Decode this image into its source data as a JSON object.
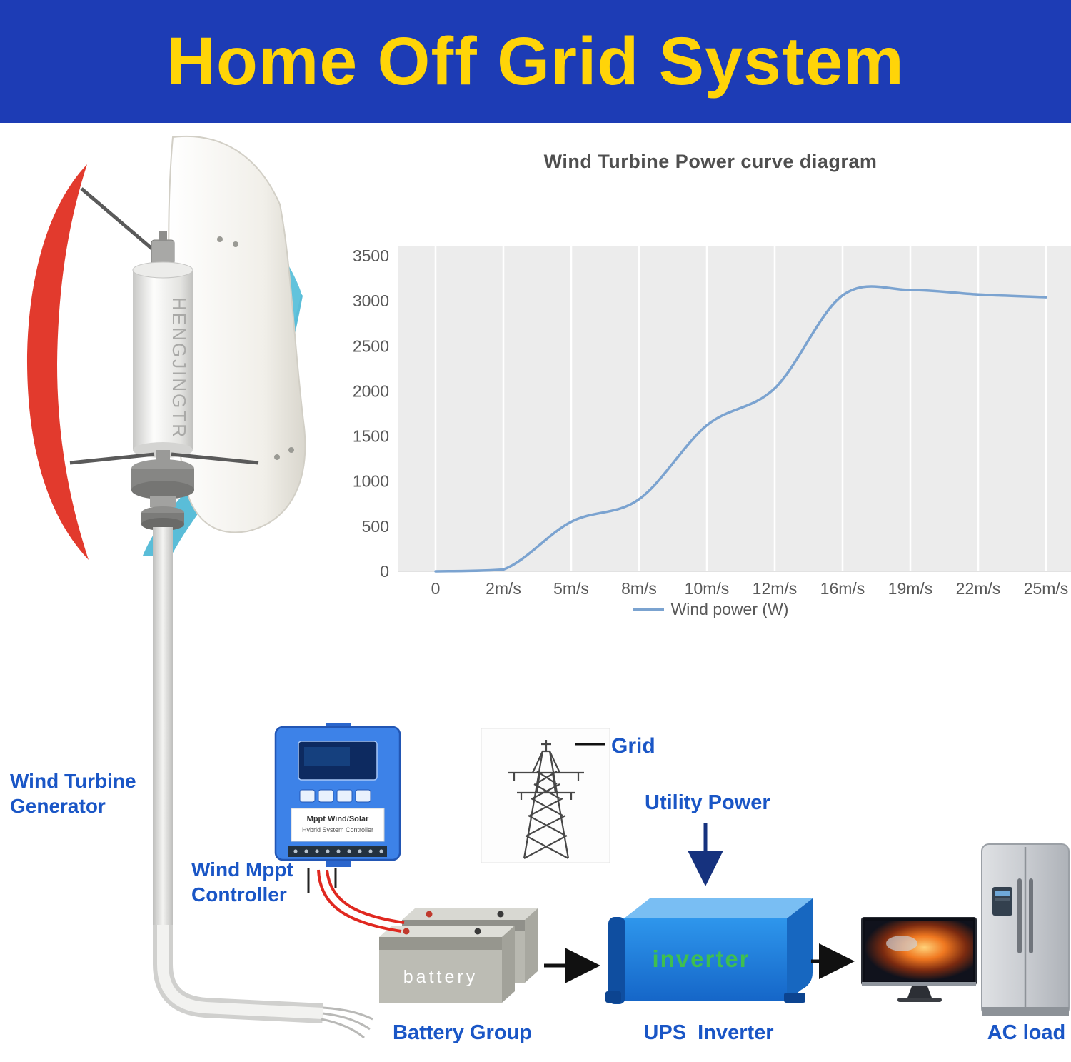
{
  "header": {
    "title": "Home Off Grid System",
    "bg_color": "#1d3cb5",
    "text_color": "#ffd408"
  },
  "chart_data": {
    "type": "line",
    "title": "Wind Turbine Power curve diagram",
    "categories": [
      "0",
      "2m/s",
      "5m/s",
      "8m/s",
      "10m/s",
      "12m/s",
      "16m/s",
      "19m/s",
      "22m/s",
      "25m/s"
    ],
    "series": [
      {
        "name": "Wind power (W)",
        "values": [
          0,
          20,
          550,
          800,
          1620,
          2030,
          3060,
          3120,
          3070,
          3040
        ]
      }
    ],
    "xlabel": "",
    "ylabel": "",
    "ylim": [
      0,
      3500
    ],
    "yticks": [
      0,
      500,
      1000,
      1500,
      2000,
      2500,
      3000,
      3500
    ],
    "grid": "vertical-white-on-gray",
    "legend_position": "bottom",
    "line_color": "#7ba3d0",
    "plot_bg": "#ececec"
  },
  "turbine": {
    "brand": "HENGJINGTR",
    "blade_colors": {
      "red": "#e23a2d",
      "white": "#f6f5f1",
      "blue": "#5abdd8"
    }
  },
  "labels": {
    "generator": "Wind Turbine Generator",
    "mppt": "Wind Mppt Controller",
    "grid": "Grid",
    "utility": "Utility Power",
    "battery_group": "Battery Group",
    "ups": "UPS  Inverter",
    "ac_load": "AC load"
  },
  "devices": {
    "battery_text": "battery",
    "inverter_text": "inverter",
    "controller_sticker_line1": "Mppt Wind/Solar",
    "controller_sticker_line2": "Hybrid System Controller"
  },
  "accent": {
    "label_color": "#1a56c6",
    "wire_red": "#e02820",
    "arrow_black": "#111111",
    "arrow_navy": "#16327e"
  }
}
